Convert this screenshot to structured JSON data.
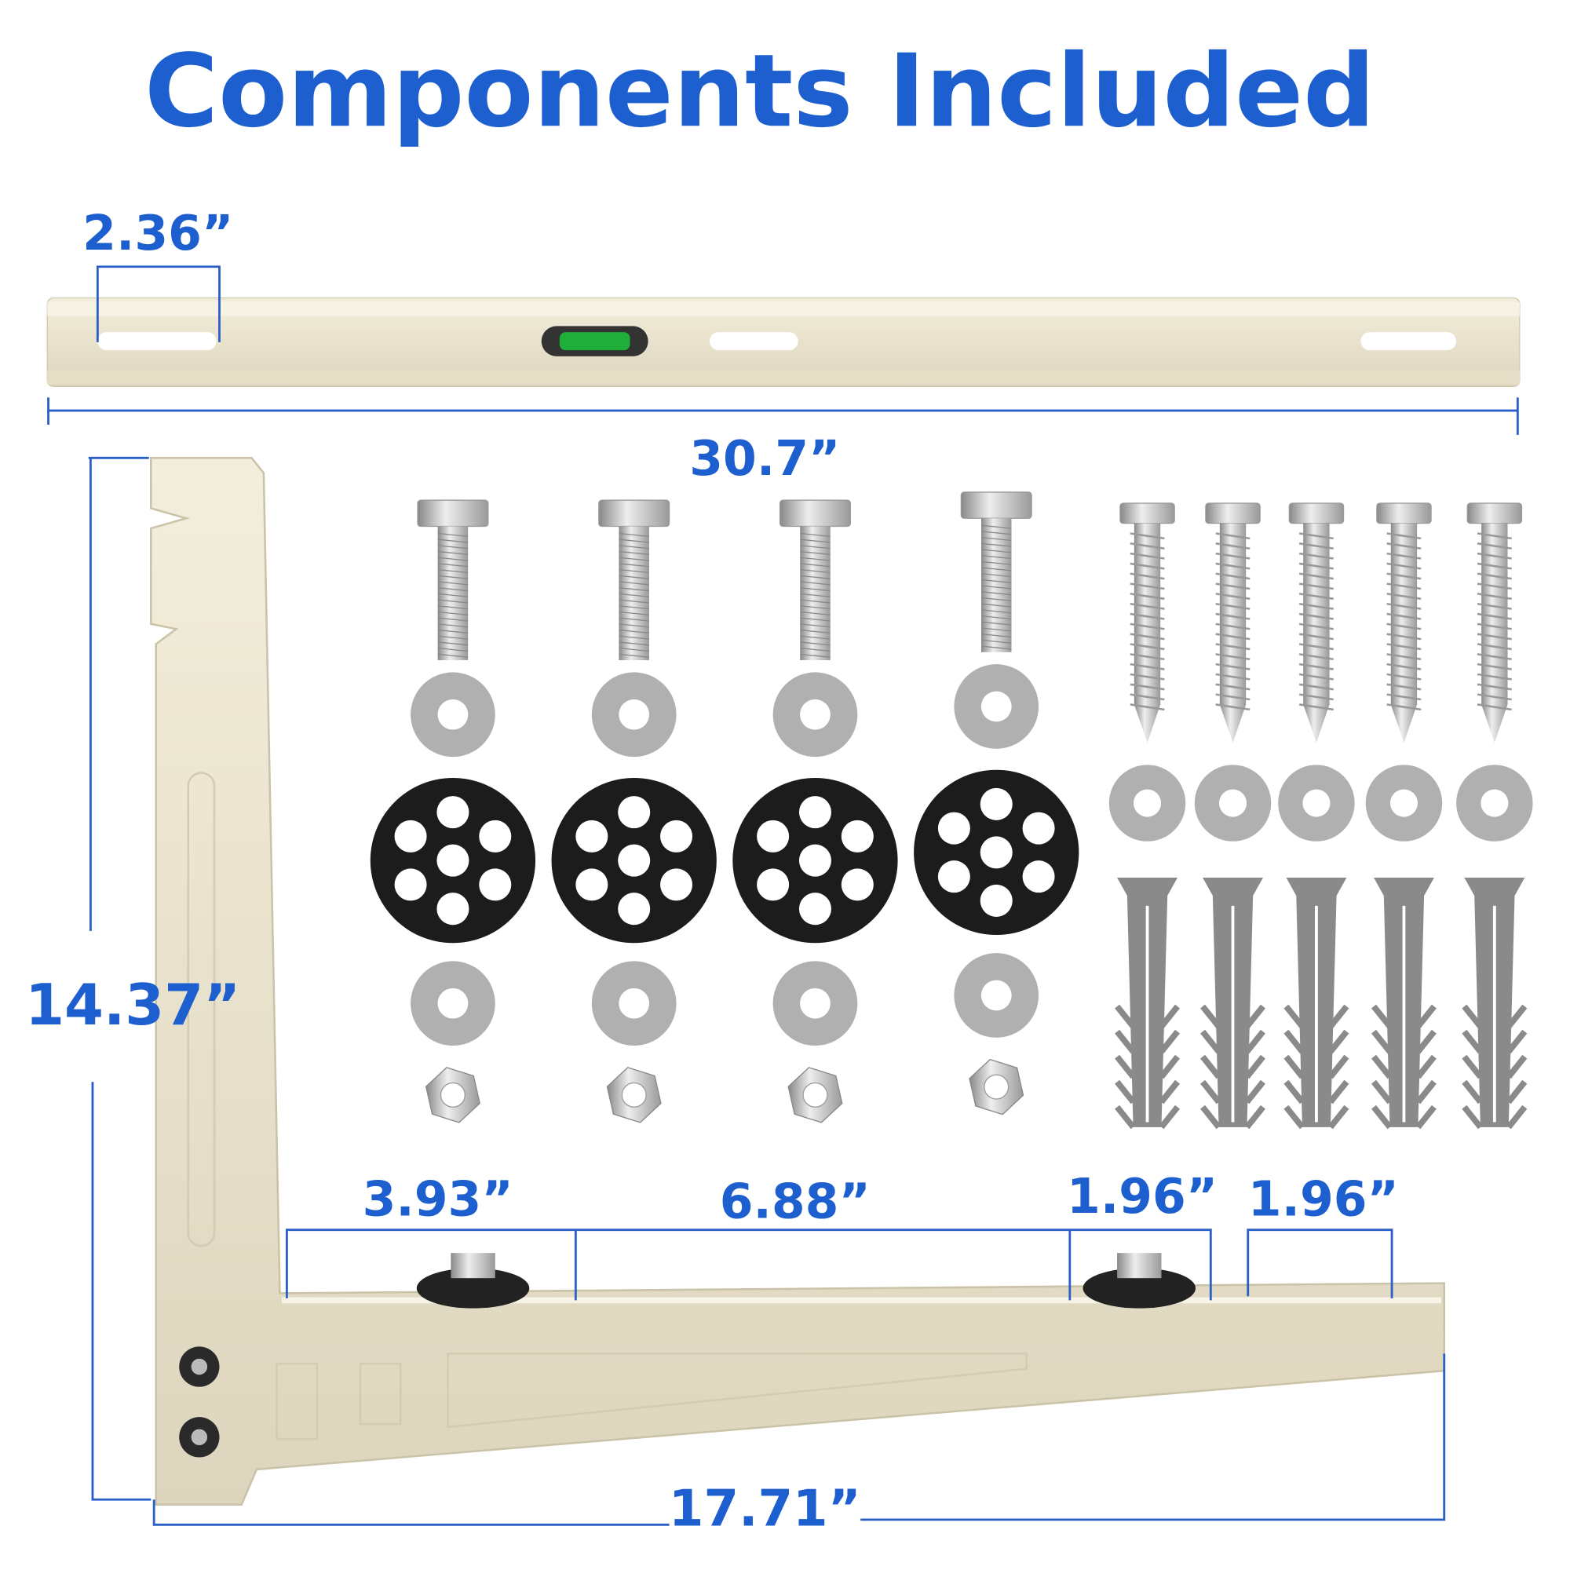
{
  "title": "Components Included",
  "dimensions": {
    "rail_slot_width": "2.36”",
    "rail_length": "30.7”",
    "bracket_height": "14.37”",
    "bracket_depth": "17.71”",
    "arm_first_segment": "3.93”",
    "arm_middle_segment": "6.88”",
    "arm_third_segment": "1.96”",
    "arm_end_segment": "1.96”"
  },
  "colors": {
    "accent": "#1d5fcf",
    "bracket": "#ece6d2",
    "rubber_pad": "#1c1c1c",
    "washer": "#b0b0b0",
    "anchor": "#8a8a8a",
    "level_bubble": "#1fae3a"
  },
  "hardware": {
    "hex_bolts": 4,
    "bolt_washers": 8,
    "rubber_pads": 4,
    "hex_nuts": 4,
    "lag_screws": 5,
    "screw_washers": 5,
    "wall_anchors": 5
  }
}
